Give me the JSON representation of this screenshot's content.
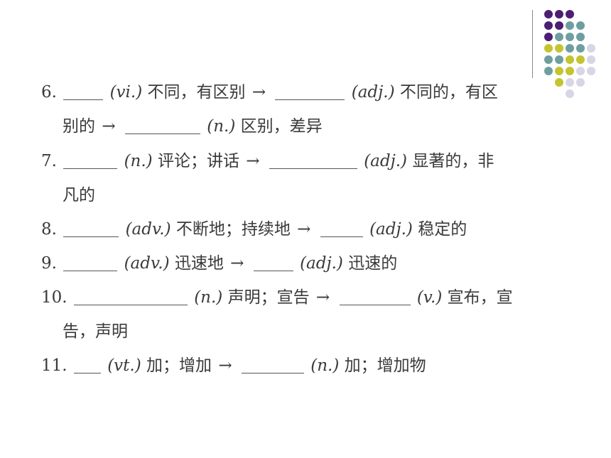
{
  "decoration": {
    "colors": {
      "purple": "#4b1f72",
      "teal": "#6f9ea0",
      "olive": "#c2c530",
      "lavender": "#d7d5e6",
      "line": "#8a8a8a"
    }
  },
  "items": {
    "i6": {
      "number": "6.",
      "first_pos": "(vi.)",
      "first_meaning": "不同，有区别",
      "arrow": "→",
      "second_pos": "(adj.)",
      "second_meaning_a": "不同的，有区",
      "second_meaning_b": "别的",
      "third_pos": "(n.)",
      "third_meaning": "区别，差异"
    },
    "i7": {
      "number": "7.",
      "first_pos": "(n.)",
      "first_meaning": "评论；讲话",
      "arrow": "→",
      "second_pos": "(adj.)",
      "second_meaning_a": "显著的，非",
      "second_meaning_b": "凡的"
    },
    "i8": {
      "number": "8.",
      "first_pos": "(adv.)",
      "first_meaning": "不断地；持续地",
      "arrow": "→",
      "second_pos": "(adj.)",
      "second_meaning": "稳定的"
    },
    "i9": {
      "number": "9.",
      "first_pos": "(adv.)",
      "first_meaning": "迅速地",
      "arrow": "→",
      "second_pos": "(adj.)",
      "second_meaning": "迅速的"
    },
    "i10": {
      "number": "10.",
      "first_pos": "(n.)",
      "first_meaning": "声明；宣告",
      "arrow": "→",
      "second_pos": "(v.)",
      "second_meaning_a": "宣布，宣",
      "second_meaning_b": "告，声明"
    },
    "i11": {
      "number": "11.",
      "first_pos": "(vt.)",
      "first_meaning": "加；增加",
      "arrow": "→",
      "second_pos": "(n.)",
      "second_meaning": "加；增加物"
    }
  }
}
